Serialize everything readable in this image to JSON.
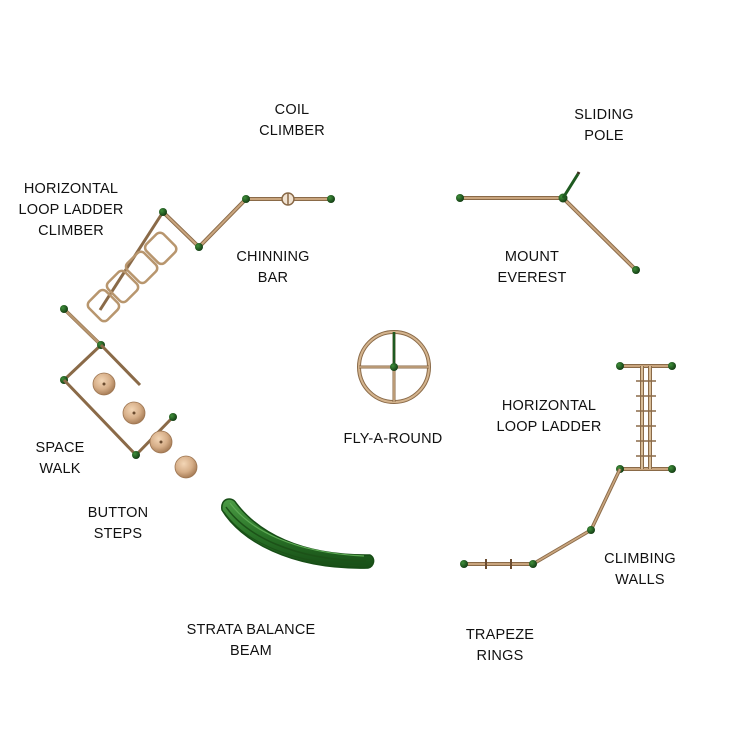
{
  "colors": {
    "post": "#1e5a20",
    "pipe": "#b8966e",
    "pipe_dark": "#8a6a48",
    "disc": "#d6ae88",
    "beam": "#2e7a2c",
    "beam_dark": "#1c5218",
    "label": "#111111"
  },
  "labels": {
    "coil_climber": [
      "COIL",
      "CLIMBER"
    ],
    "sliding_pole": [
      "SLIDING",
      "POLE"
    ],
    "horizontal_loop_ladder_climber": [
      "HORIZONTAL",
      "LOOP LADDER",
      "CLIMBER"
    ],
    "chinning_bar": [
      "CHINNING",
      "BAR"
    ],
    "mount_everest": [
      "MOUNT",
      "EVEREST"
    ],
    "fly_a_round": [
      "FLY-A-ROUND"
    ],
    "horizontal_loop_ladder": [
      "HORIZONTAL",
      "LOOP LADDER"
    ],
    "space_walk": [
      "SPACE",
      "WALK"
    ],
    "button_steps": [
      "BUTTON",
      "STEPS"
    ],
    "climbing_walls": [
      "CLIMBING",
      "WALLS"
    ],
    "strata_balance_beam": [
      "STRATA BALANCE",
      "BEAM"
    ],
    "trapeze_rings": [
      "TRAPEZE",
      "RINGS"
    ]
  }
}
